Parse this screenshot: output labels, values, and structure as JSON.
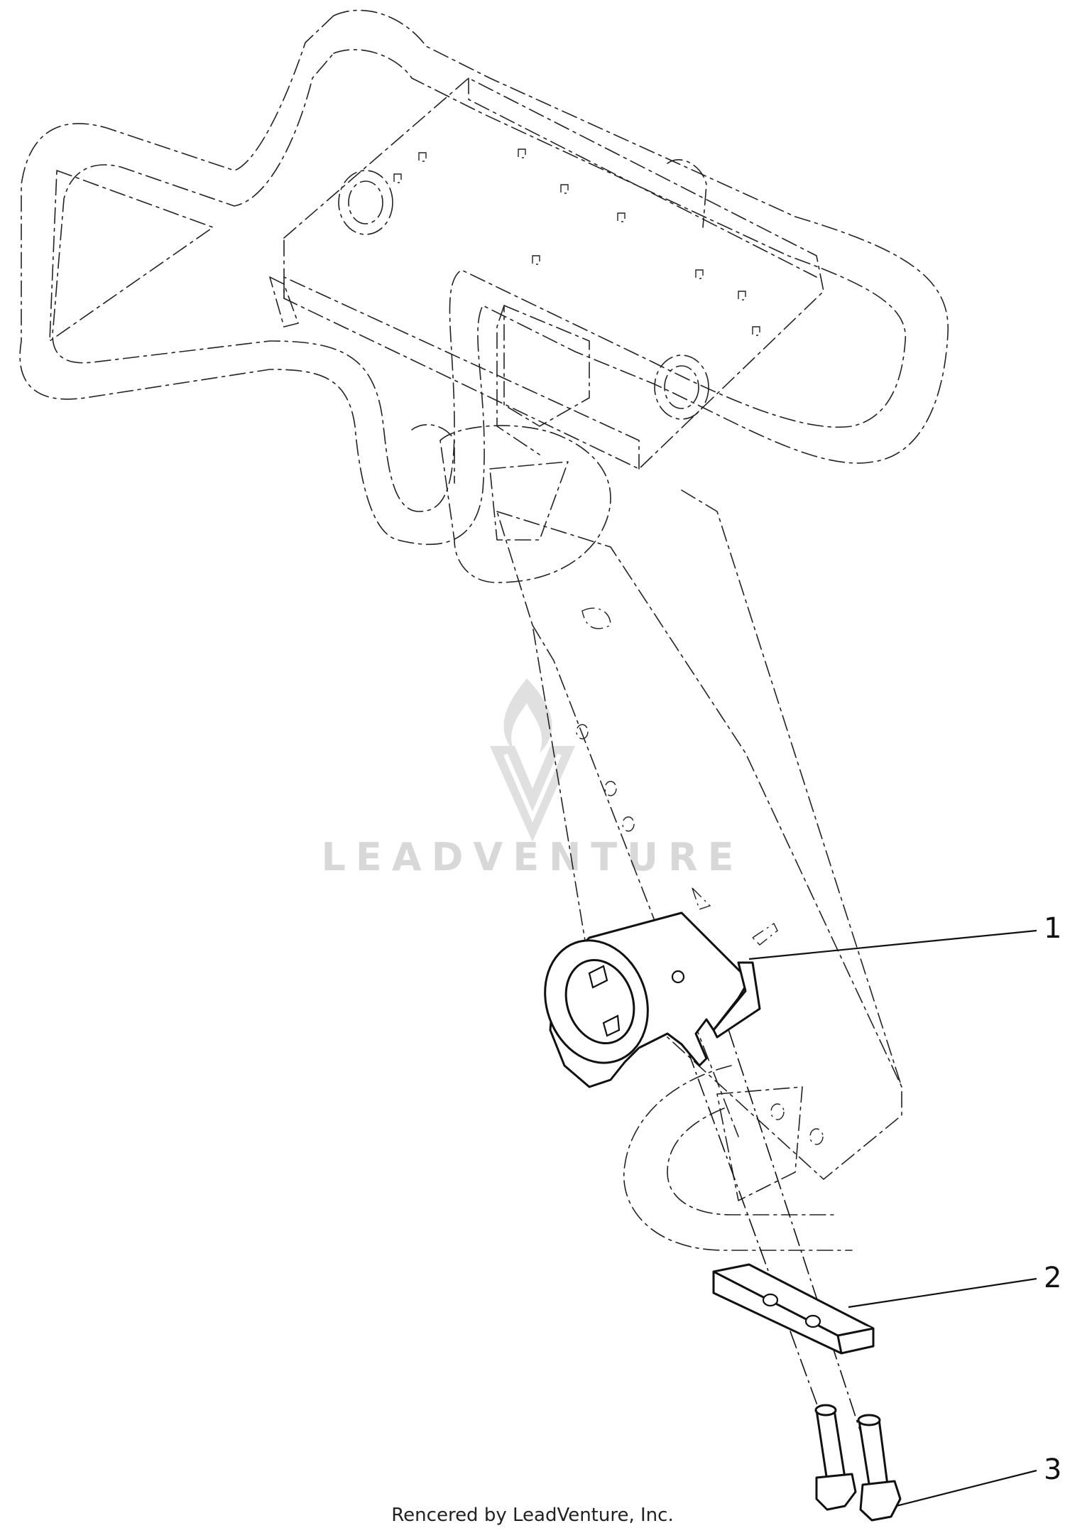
{
  "diagram": {
    "watermark": "LEADVENTURE",
    "footer": "Rencered by LeadVenture, Inc.",
    "callouts": [
      "1",
      "2",
      "3"
    ]
  }
}
